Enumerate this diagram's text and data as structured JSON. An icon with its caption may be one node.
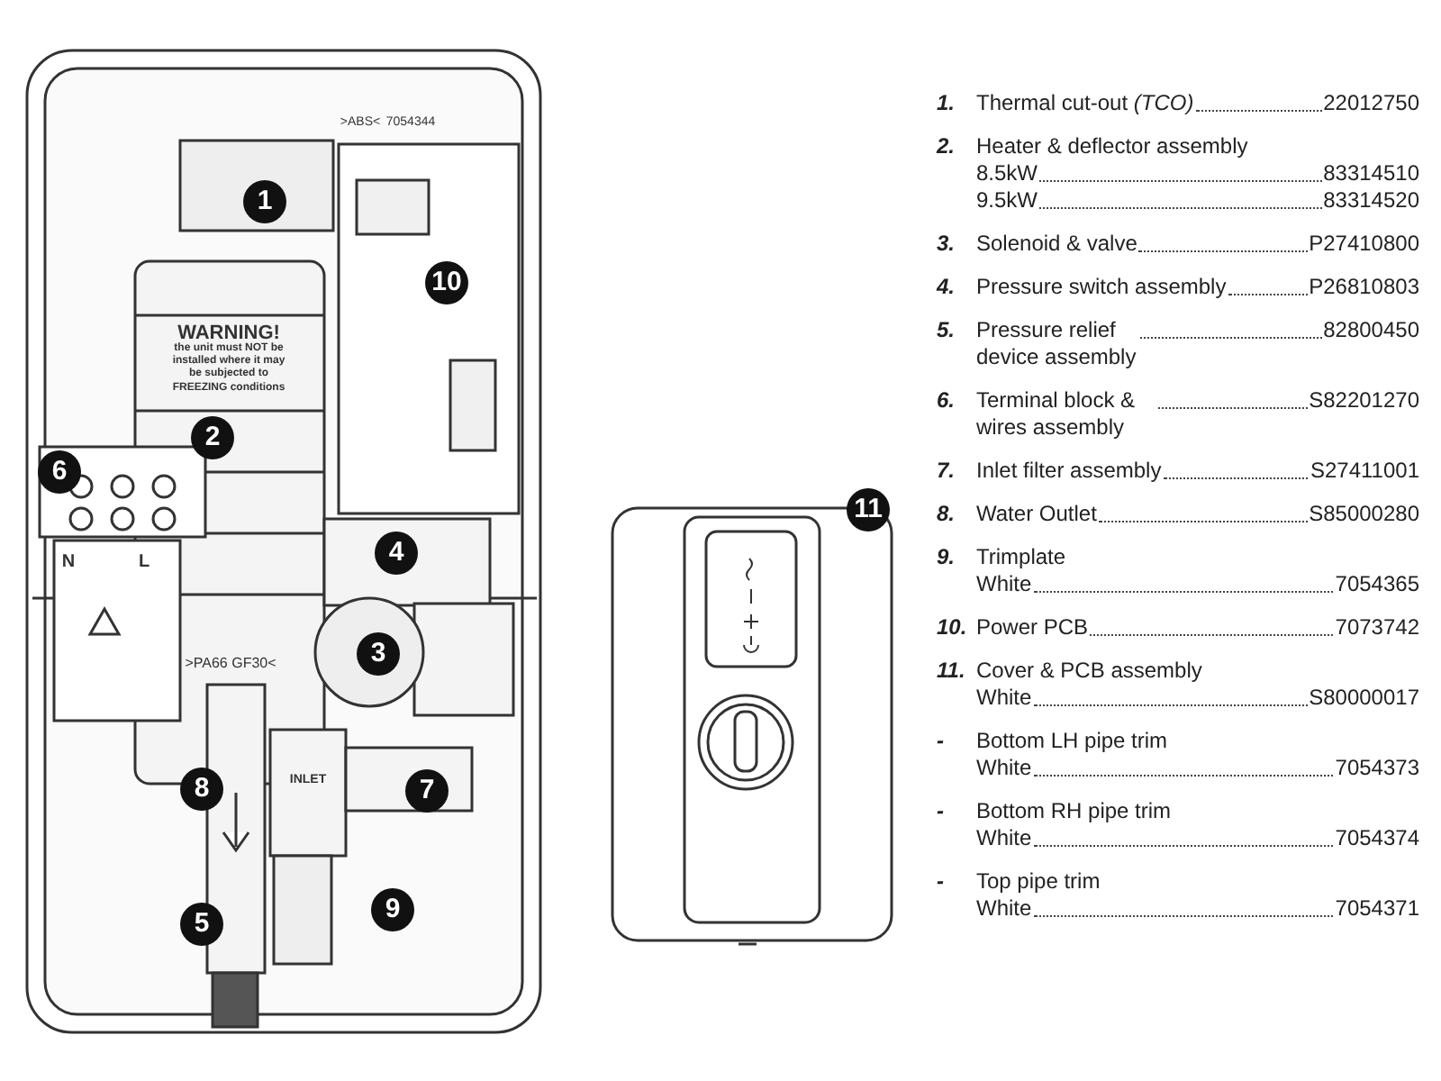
{
  "diagram": {
    "labels": [
      "1",
      "10",
      "2",
      "6",
      "11",
      "4",
      "3",
      "8",
      "7",
      "9",
      "5",
      ">ABS<",
      "7054344",
      "WARNING!",
      "the unit must NOT be installed where it may be subjected to FREEZING conditions",
      "N",
      "L",
      ">PA66 GF30<",
      "INLET",
      "1.",
      "Thermal cut-out *(TCO)*",
      "22012750",
      "2.",
      "Heater & deflector assembly",
      "8.5kW",
      "83314510",
      "9.5kW",
      "83314520",
      "3.",
      "Solenoid & valve",
      "P27410800",
      "4.",
      "Pressure switch assembly",
      "P26810803",
      "5.",
      "Pressure relief device assembly",
      "82800450",
      "6.",
      "Terminal block & wires assembly",
      "S82201270",
      "7.",
      "Inlet filter assembly",
      "S27411001",
      "8.",
      "Water Outlet",
      "S85000280",
      "9.",
      "Trimplate",
      "White",
      "7054365",
      "10.",
      "Power PCB",
      "7073742",
      "11.",
      "Cover & PCB assembly",
      "White",
      "S80000017",
      "-",
      "Bottom LH pipe trim",
      "White",
      "7054373",
      "-",
      "Bottom RH pipe trim",
      "White",
      "7054374",
      "-",
      "Top pipe trim",
      "White",
      "7054371"
    ]
  }
}
